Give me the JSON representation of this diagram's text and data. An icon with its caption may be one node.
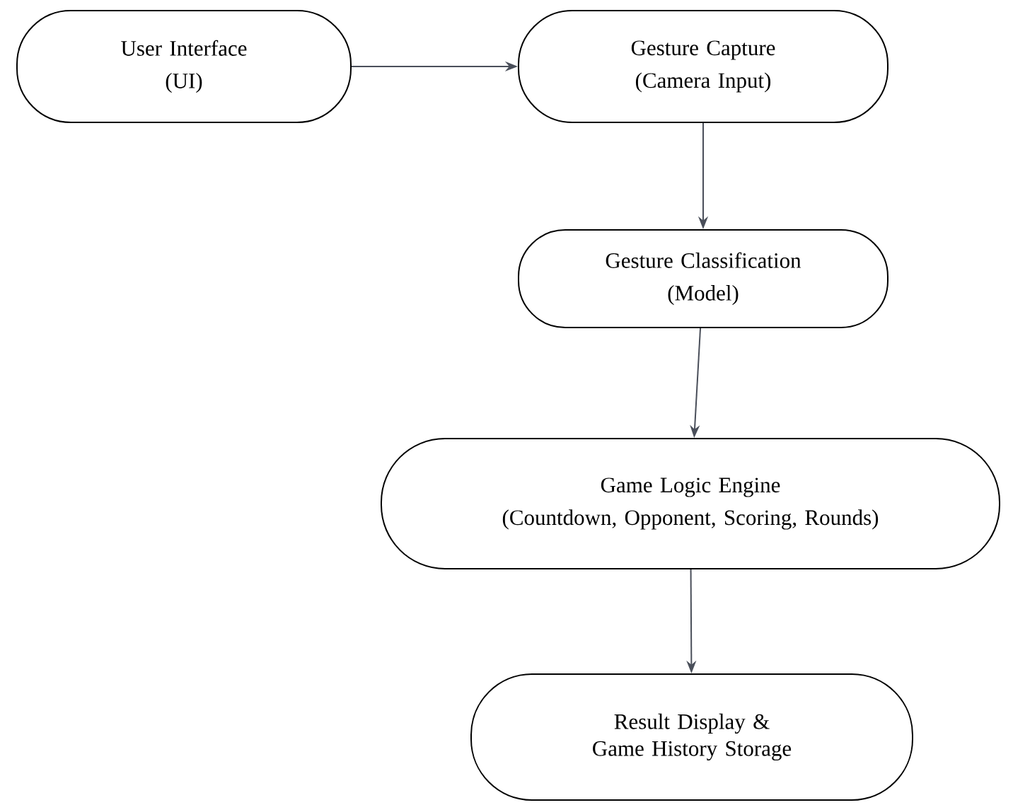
{
  "diagram": {
    "nodes": [
      {
        "text": [
          "User Interface",
          "(UI)"
        ]
      },
      {
        "text": [
          "Gesture Capture",
          "(Camera Input)"
        ]
      },
      {
        "text": [
          "Gesture Classification",
          "(Model)"
        ]
      },
      {
        "text": [
          "Game Logic Engine",
          "(Countdown, Opponent, Scoring, Rounds)"
        ]
      },
      {
        "text": [
          "Result Display & Game History Storage"
        ]
      }
    ],
    "edges": [
      {
        "from": 0,
        "to": 1,
        "arrow": "to"
      },
      {
        "from": 1,
        "to": 2,
        "arrow": "to"
      },
      {
        "from": 2,
        "to": 3,
        "arrow": "to"
      },
      {
        "from": 3,
        "to": 4,
        "arrow": "to"
      }
    ]
  }
}
